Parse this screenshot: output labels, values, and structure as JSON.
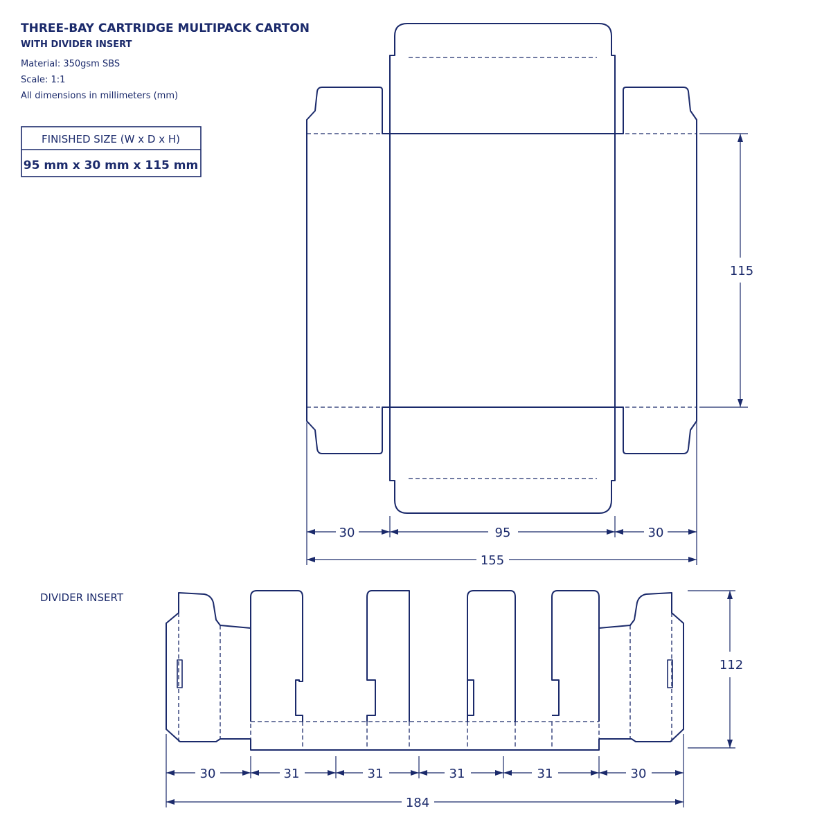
{
  "header": {
    "title": "THREE-BAY CARTRIDGE MULTIPACK CARTON",
    "subtitle": "WITH DIVIDER INSERT",
    "notes": [
      "Material: 350gsm SBS",
      "Scale: 1:1",
      "All dimensions in millimeters (mm)"
    ]
  },
  "finished_size": {
    "heading": "FINISHED SIZE (W x D x H)",
    "value": "95 mm x 30 mm x 115 mm"
  },
  "carton": {
    "dims": {
      "flap_left": "30",
      "panel": "95",
      "flap_right": "30",
      "total": "155",
      "height": "115"
    }
  },
  "divider": {
    "label": "DIVIDER INSERT",
    "dims": {
      "end_left": "30",
      "bay1": "31",
      "bay2": "31",
      "bay3": "31",
      "bay4": "31",
      "end_right": "30",
      "total": "184",
      "height": "112"
    }
  },
  "colors": {
    "ink": "#1b2a6b",
    "background": "#ffffff"
  }
}
